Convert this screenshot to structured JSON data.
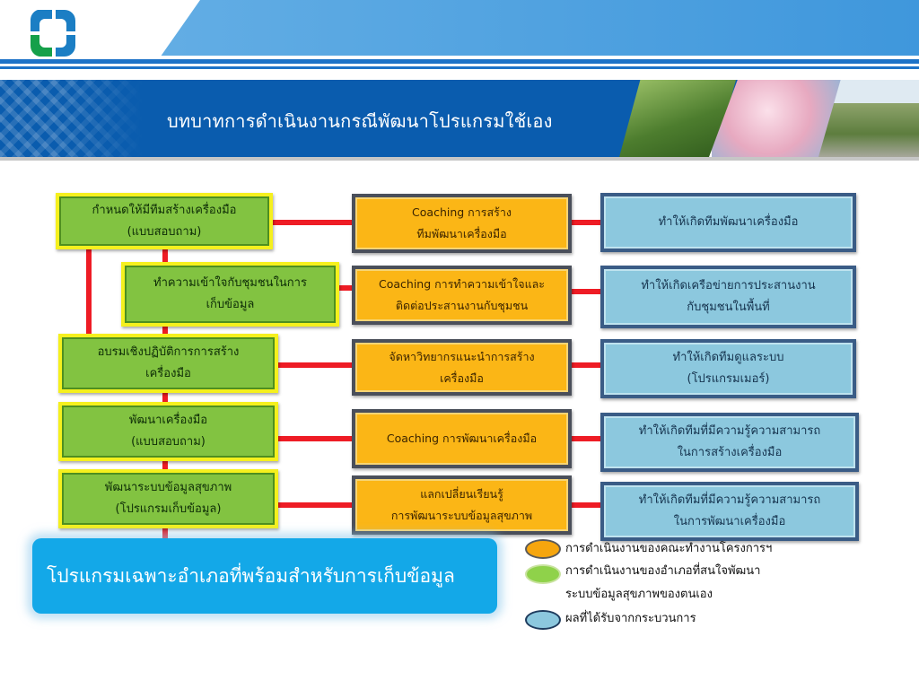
{
  "header": {
    "title": "บทบาทการดำเนินงานกรณีพัฒนาโปรแกรมใช้เอง"
  },
  "colors": {
    "activity_green": "#82c341",
    "coaching_orange": "#fbb616",
    "result_blue": "#8cc8de",
    "connector_red": "#ee1c25",
    "program_blue": "#13a8e8"
  },
  "rows": [
    {
      "activity": "กำหนดให้มีทีมสร้างเครื่องมือ\n(แบบสอบถาม)",
      "coaching": "Coaching การสร้าง\nทีมพัฒนาเครื่องมือ",
      "result": "ทำให้เกิดทีมพัฒนาเครื่องมือ"
    },
    {
      "activity": "ทำความเข้าใจกับชุมชนในการ\nเก็บข้อมูล",
      "coaching": "Coaching การทำความเข้าใจและ\nติดต่อประสานงานกับชุมชน",
      "result": "ทำให้เกิดเครือข่ายการประสานงาน\nกับชุมชนในพื้นที่"
    },
    {
      "activity": "อบรมเชิงปฏิบัติการการสร้าง\nเครื่องมือ",
      "coaching": "จัดหาวิทยากรแนะนำการสร้าง\nเครื่องมือ",
      "result": "ทำให้เกิดทีมดูแลระบบ\n(โปรแกรมเมอร์)"
    },
    {
      "activity": "พัฒนาเครื่องมือ\n(แบบสอบถาม)",
      "coaching": "Coaching การพัฒนาเครื่องมือ",
      "result": "ทำให้เกิดทีมที่มีความรู้ความสามารถ\nในการสร้างเครื่องมือ"
    },
    {
      "activity": "พัฒนาระบบข้อมูลสุขภาพ\n(โปรแกรมเก็บข้อมูล)",
      "coaching": "แลกเปลี่ยนเรียนรู้\nการพัฒนาระบบข้อมูลสุขภาพ",
      "result": "ทำให้เกิดทีมที่มีความรู้ความสามารถ\nในการพัฒนาเครื่องมือ"
    }
  ],
  "program": "โปรแกรมเฉพาะอำเภอที่พร้อมสำหรับการเก็บข้อมูล",
  "legend": {
    "orange": "การดำเนินงานของคณะทำงานโครงการฯ",
    "green_line1": "การดำเนินงานของอำเภอที่สนใจพัฒนา",
    "green_line2": "ระบบข้อมูลสุขภาพของตนเอง",
    "blue": "ผลที่ได้รับจากกระบวนการ"
  }
}
